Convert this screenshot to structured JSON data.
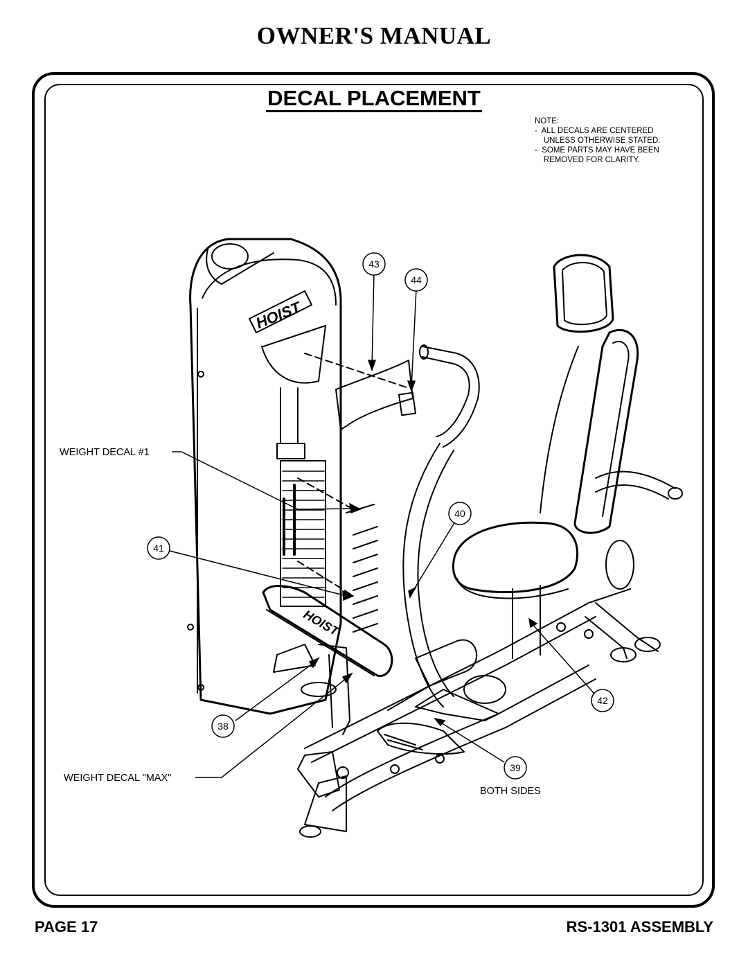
{
  "header": {
    "title": "OWNER'S MANUAL"
  },
  "section": {
    "title": "DECAL PLACEMENT"
  },
  "note": {
    "lines": [
      "NOTE:",
      "-  ALL DECALS ARE CENTERED",
      "    UNLESS OTHERWISE STATED.",
      "-  SOME PARTS MAY HAVE BEEN",
      "    REMOVED FOR CLARITY."
    ]
  },
  "callouts": {
    "c43": "43",
    "c44": "44",
    "c40": "40",
    "c41": "41",
    "c42": "42",
    "c38": "38",
    "c39": "39"
  },
  "labels": {
    "weight_decal_1": "WEIGHT DECAL #1",
    "weight_decal_max": "WEIGHT DECAL \"MAX\"",
    "both_sides": "BOTH SIDES"
  },
  "footer": {
    "page": "PAGE 17",
    "assembly": "RS-1301 ASSEMBLY"
  }
}
